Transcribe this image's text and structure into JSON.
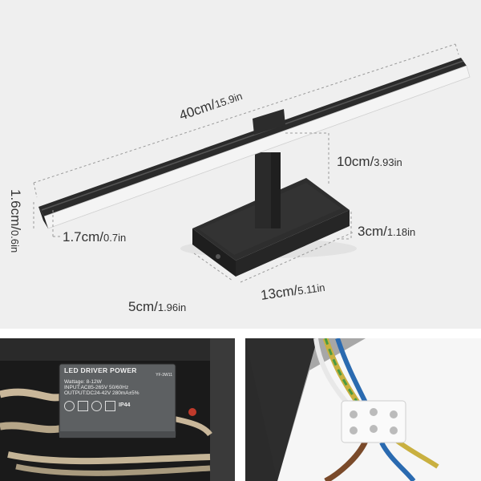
{
  "dimensions": {
    "length": {
      "cm": "40cm/",
      "in": "15.9in"
    },
    "arm_height": {
      "cm": "10cm/",
      "in": "3.93in"
    },
    "base_height": {
      "cm": "3cm/",
      "in": "1.18in"
    },
    "base_length": {
      "cm": "13cm/",
      "in": "5.11in"
    },
    "base_width": {
      "cm": "5cm/",
      "in": "1.96in"
    },
    "bar_depth": {
      "cm": "1.7cm/",
      "in": "0.7in"
    },
    "bar_height": {
      "cm": "1.6cm/",
      "in": "0.6in"
    }
  },
  "driver_label": {
    "title": "LED DRIVER POWER",
    "model": "YF-3W11",
    "wattage": "Wattage: 8-12W",
    "input": "INPUT:AC85-265V 50/60Hz",
    "output": "OUTPUT:DC24-42V  280mA±5%",
    "ip": "IP44"
  },
  "colors": {
    "background": "#efefef",
    "fixture": "#2b2b2b",
    "diffuser": "#f4f4f4",
    "dimension_line": "#9a9a9a"
  }
}
